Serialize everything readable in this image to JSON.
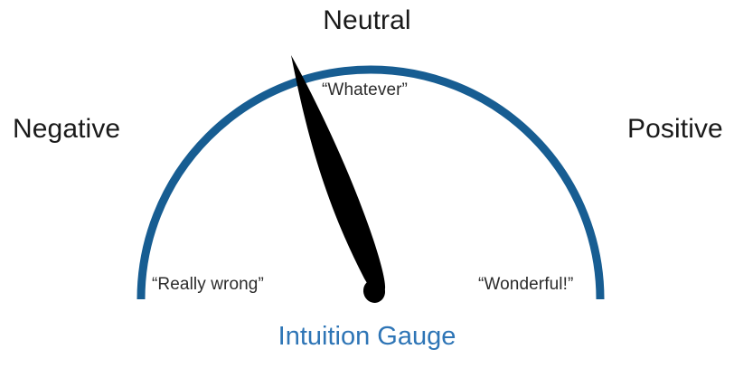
{
  "chart_data": {
    "type": "gauge",
    "title": "Intuition Gauge",
    "subtitle": "",
    "xlabel": "",
    "ylabel": "",
    "scale_min_label": "Negative",
    "scale_mid_label": "Neutral",
    "scale_max_label": "Positive",
    "needle_value": -19,
    "needle_value_units": "degrees from vertical (negative = toward Negative side)",
    "value_range": [
      -90,
      90
    ],
    "grid": false,
    "legend": "none",
    "annotations": [
      {
        "text": "“Really wrong”",
        "position": "lower-left"
      },
      {
        "text": "“Whatever”",
        "position": "upper-center"
      },
      {
        "text": "“Wonderful!”",
        "position": "lower-right"
      }
    ],
    "tick_labels": [
      "Negative",
      "Neutral",
      "Positive"
    ]
  },
  "labels": {
    "negative": "Negative",
    "neutral": "Neutral",
    "positive": "Positive",
    "whatever": "“Whatever”",
    "really_wrong": "“Really wrong”",
    "wonderful": "“Wonderful!”"
  },
  "title": {
    "text": "Intuition Gauge"
  },
  "colors": {
    "arc": "#175d92",
    "needle": "#000000",
    "title": "#2e75b6",
    "label": "#1a1a1a",
    "background": "#ffffff"
  }
}
